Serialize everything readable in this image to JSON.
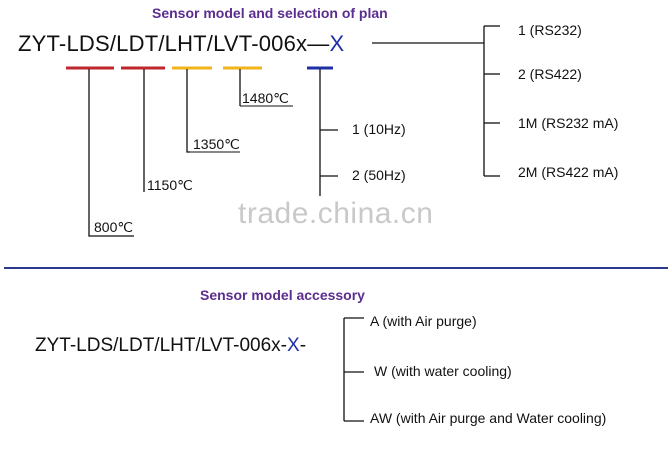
{
  "plan": {
    "title": "Sensor model and selection of plan",
    "model": "ZYT-LDS/LDT/LHT/LVT-006x",
    "dash": "—",
    "variable": "X",
    "temperatures": [
      "800℃",
      "1150℃",
      "1350℃",
      "1480℃"
    ],
    "frequencies": [
      "1 (10Hz)",
      "2 (50Hz)"
    ],
    "interfaces": [
      "1 (RS232)",
      "2 (RS422)",
      "1M (RS232 mA)",
      "2M (RS422 mA)"
    ],
    "colors": {
      "red": "#c0272d",
      "yellow": "#f2b41a",
      "blue": "#1f2fa8",
      "divider": "#2b3a8f",
      "title": "#5b2d8e"
    }
  },
  "accessory": {
    "title": "Sensor model accessory",
    "model": "ZYT-LDS/LDT/LHT/LVT-006x-",
    "variable": "X",
    "tail": "-",
    "options": [
      "A (with Air purge)",
      "W (with water cooling)",
      "AW (with Air purge and Water cooling)"
    ]
  },
  "watermark": "trade.china.cn"
}
